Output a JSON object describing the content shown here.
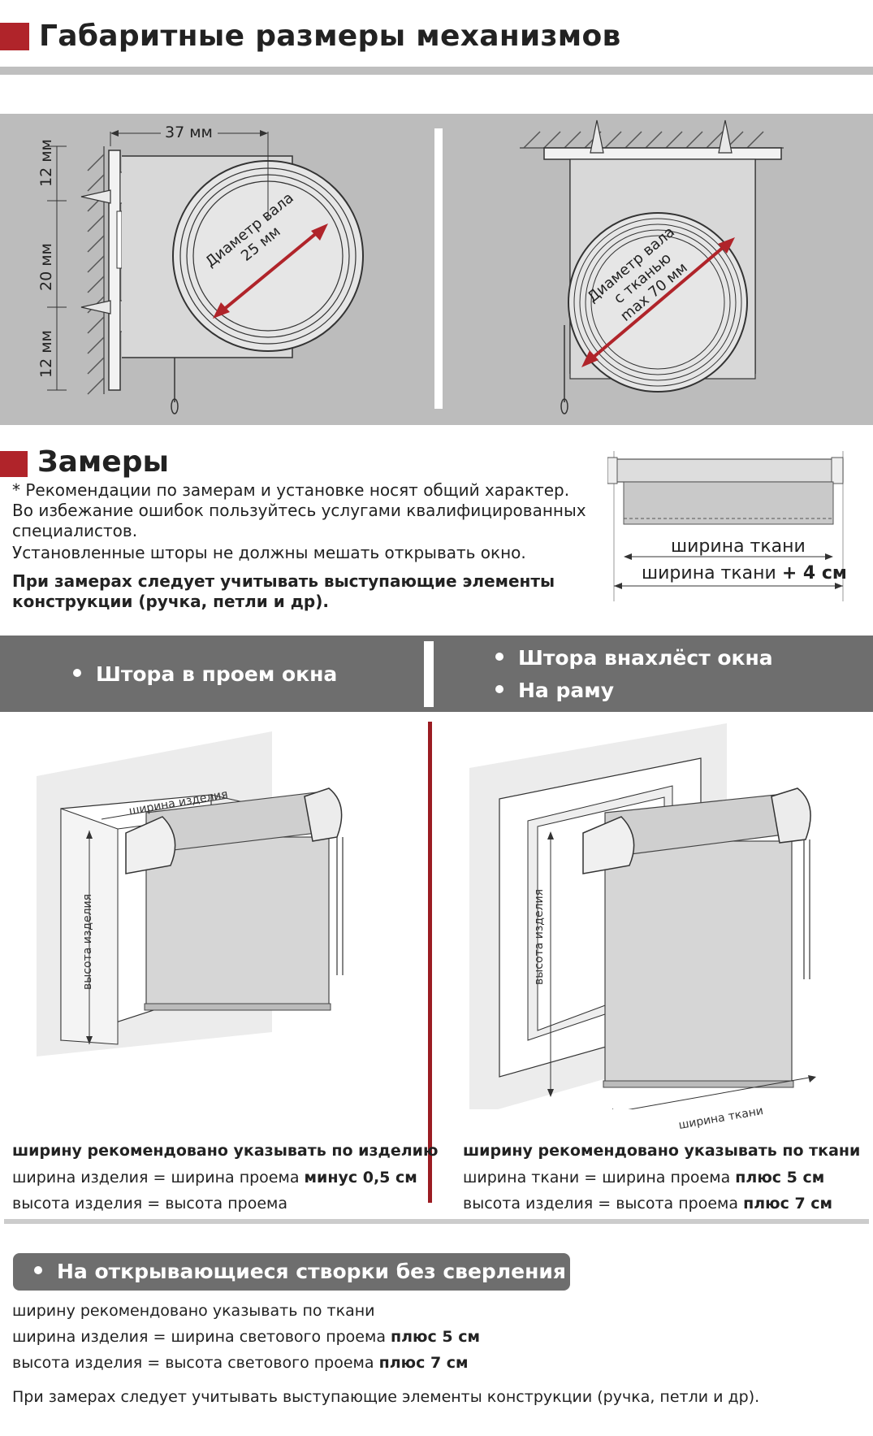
{
  "header": {
    "title": "Габаритные размеры механизмов"
  },
  "dimensions": {
    "left": {
      "width_label": "37 мм",
      "top_gap": "12 мм",
      "middle_gap": "20 мм",
      "bottom_gap": "12 мм",
      "diameter_line1": "Диаметр вала",
      "diameter_line2": "25 мм"
    },
    "right": {
      "diameter_line1": "Диаметр вала",
      "diameter_line2": "с тканью",
      "diameter_line3": "max 70 мм"
    }
  },
  "measurements": {
    "title": "Замеры",
    "note_line1": "* Рекомендации по замерам и установке носят общий характер.",
    "note_line2": "Во избежание ошибок пользуйтесь услугами квалифицированных",
    "note_line3": "специалистов.",
    "note_line4": "Установленные шторы не должны мешать открывать окно.",
    "bold_line1": "При замерах следует учитывать выступающие элементы",
    "bold_line2": "конструкции (ручка, петли и др).",
    "fabric_width": "ширина ткани",
    "fabric_width_plus_prefix": "ширина ткани",
    "fabric_width_plus_suffix": "+ 4 см"
  },
  "types": {
    "left_item": "Штора в проем окна",
    "right_item1": "Штора внахлёст окна",
    "right_item2": "На раму"
  },
  "left_scheme": {
    "width_label": "ширина изделия",
    "height_label": "высота изделия",
    "rule_title": "ширину рекомендовано указывать по изделию",
    "rule_width_prefix": "ширина изделия = ширина проема",
    "rule_width_bold": "минус 0,5 см",
    "rule_height": "высота изделия = высота проема"
  },
  "right_scheme": {
    "width_label": "ширина ткани",
    "height_label": "высота изделия",
    "rule_title": "ширину рекомендовано указывать по ткани",
    "rule_width_prefix": "ширина ткани = ширина проема",
    "rule_width_bold": "плюс 5 см",
    "rule_height_prefix": "высота изделия = высота проема",
    "rule_height_bold": "плюс 7 см"
  },
  "no_drill": {
    "title": "На открывающиеся створки без сверления",
    "line1": "ширину рекомендовано указывать по ткани",
    "line2_prefix": "ширина изделия = ширина светового проема",
    "line2_bold": "плюс 5 см",
    "line3_prefix": "высота изделия = высота светового проема",
    "line3_bold": "плюс 7 см",
    "footer": "При замерах следует учитывать выступающие элементы конструкции (ручка, петли и др)."
  },
  "colors": {
    "accent_red": "#b0242a",
    "band_gray": "#6e6e6e",
    "panel_gray": "#bcbcbc"
  }
}
